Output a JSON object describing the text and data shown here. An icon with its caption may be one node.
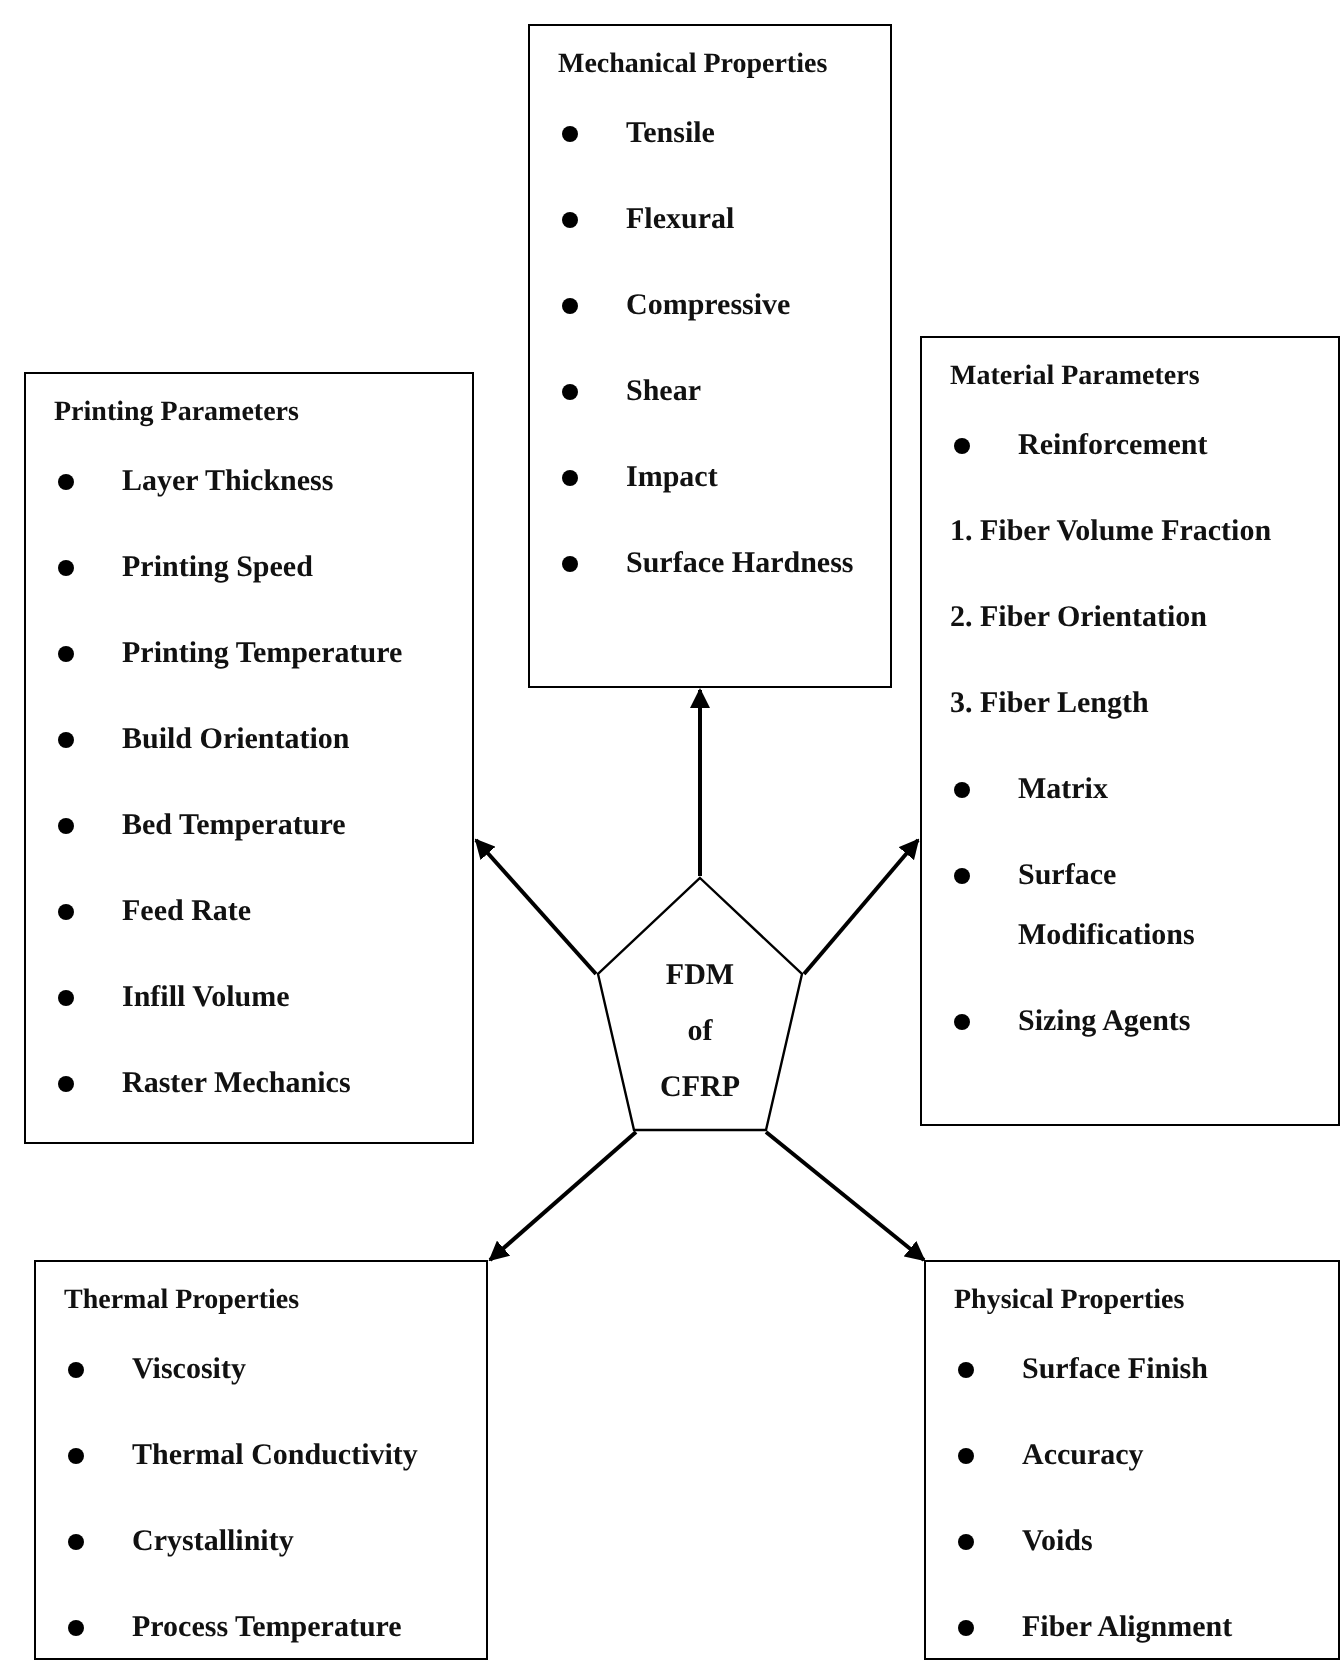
{
  "diagram": {
    "nodes": [
      {
        "text": [
          "Mechanical Properties",
          "Tensile",
          "Flexural",
          "Compressive",
          "Shear",
          "Impact",
          "Surface Hardness"
        ]
      },
      {
        "text": [
          "Printing Parameters",
          "Layer Thickness",
          "Printing Speed",
          "Printing Temperature",
          "Build Orientation",
          "Bed Temperature",
          "Feed Rate",
          "Infill Volume",
          "Raster Mechanics"
        ]
      },
      {
        "text": [
          "Material Parameters",
          "Reinforcement",
          "1. Fiber Volume Fraction",
          "2. Fiber Orientation",
          "3. Fiber Length",
          "Matrix",
          "Surface Modifications",
          "Sizing Agents"
        ]
      },
      {
        "text": [
          "FDM of CFRP"
        ]
      },
      {
        "text": [
          "Thermal Properties",
          "Viscosity",
          "Thermal Conductivity",
          "Crystallinity",
          "Process Temperature"
        ]
      },
      {
        "text": [
          "Physical Properties",
          "Surface Finish",
          "Accuracy",
          "Voids",
          "Fiber Alignment"
        ]
      }
    ],
    "edges": [
      {
        "from": 3,
        "to": 0,
        "arrow": "to"
      },
      {
        "from": 3,
        "to": 1,
        "arrow": "to"
      },
      {
        "from": 3,
        "to": 2,
        "arrow": "to"
      },
      {
        "from": 3,
        "to": 4,
        "arrow": "to"
      },
      {
        "from": 3,
        "to": 5,
        "arrow": "to"
      }
    ]
  }
}
